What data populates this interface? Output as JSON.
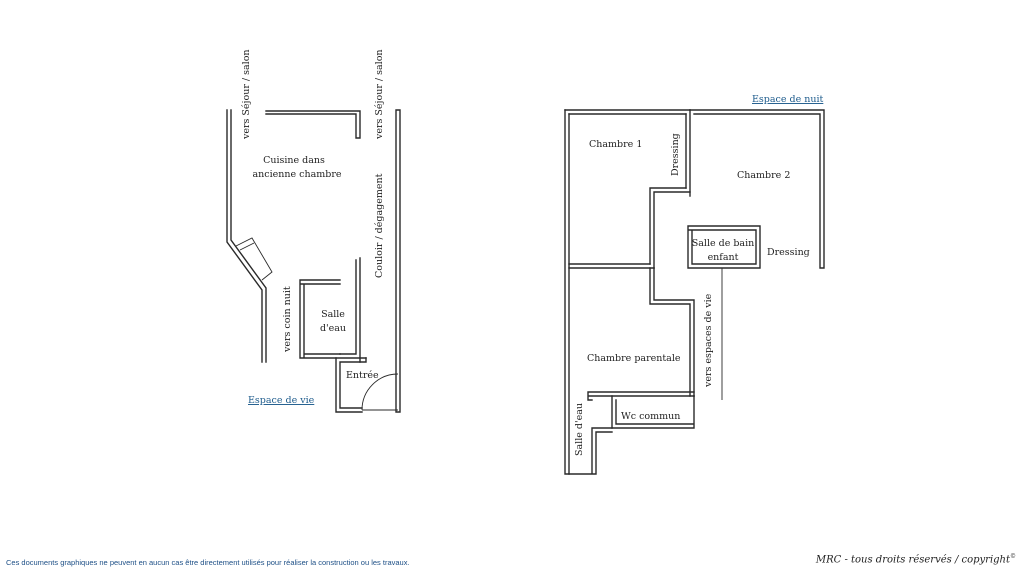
{
  "living_zone": {
    "title": "Espace de vie",
    "labels": {
      "to_living_left": "vers Séjour / salon",
      "to_living_right": "vers Séjour / salon",
      "kitchen_line1": "Cuisine dans",
      "kitchen_line2": "ancienne chambre",
      "corridor": "Couloir / dégagement",
      "to_night_corner": "vers coin nuit",
      "shower_line1": "Salle",
      "shower_line2": "d'eau",
      "entrance": "Entrée"
    }
  },
  "night_zone": {
    "title": "Espace de nuit",
    "labels": {
      "bedroom1": "Chambre 1",
      "dressing1": "Dressing",
      "bedroom2": "Chambre 2",
      "bath_line1": "Salle de bain",
      "bath_line2": "enfant",
      "dressing2": "Dressing",
      "master_bedroom": "Chambre parentale",
      "to_living_spaces": "vers espaces de vie",
      "wc": "Wc commun",
      "shower_room": "Salle d'eau"
    }
  },
  "footer": {
    "disclaimer": "Ces documents graphiques ne peuvent en aucun cas être directement utilisés pour réaliser la construction ou les travaux.",
    "copyright": "MRC - tous droits réservés / copyright"
  }
}
